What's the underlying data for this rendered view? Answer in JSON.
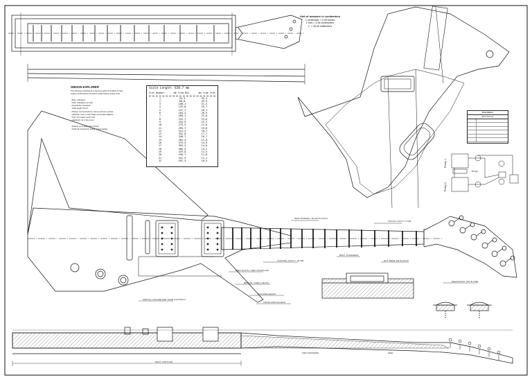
{
  "sheet": {
    "title": "GIBSON EXPLORER"
  },
  "units": {
    "heading": "Unit of measure is centimeters",
    "line1": "1 centimeter = 0.39 inches",
    "line2": "1 inch = 2.54 centimeters",
    "line3": "1\" = 25,40 millimeters"
  },
  "notes": {
    "heading": "GIBSON EXPLORER",
    "lines": [
      "This drawing is intended as a reference guide for builders of body",
      "shapes. All dimensions should be verified before cutting wood.",
      "",
      "· Body: mahogany",
      "· Neck: mahogany, set neck",
      "· Fingerboard: rosewood",
      "· Scale length: 24 3/4\"",
      "· Pickups: two humbuckers, volume and tone controls",
      "· Hardware: tune-o-matic bridge and stopbar tailpiece",
      "· Frets: 22 medium jumbo frets",
      "· Headstock: six in line tuners",
      "",
      "· Drawing not to scale when printed",
      "· Check all components before routing cavities"
    ]
  },
  "scale": {
    "heading": "Scale Length: 628,7 mm",
    "col_fret": "Fret Number",
    "col_nut": "mm from Nut",
    "col_fret2": "mm from Fret",
    "rows": [
      [
        "1",
        "35,3",
        "35,3"
      ],
      [
        "2",
        "68,6",
        "33,3"
      ],
      [
        "3",
        "100,1",
        "31,5"
      ],
      [
        "4",
        "129,8",
        "29,7"
      ],
      [
        "5",
        "157,7",
        "28,1"
      ],
      [
        "6",
        "184,2",
        "26,5"
      ],
      [
        "7",
        "209,1",
        "25,0"
      ],
      [
        "8",
        "232,7",
        "23,6"
      ],
      [
        "9",
        "254,9",
        "22,2"
      ],
      [
        "10",
        "275,9",
        "21,0"
      ],
      [
        "11",
        "295,7",
        "19,8"
      ],
      [
        "12",
        "314,4",
        "18,7"
      ],
      [
        "13",
        "332,0",
        "17,7"
      ],
      [
        "14",
        "348,7",
        "16,7"
      ],
      [
        "15",
        "364,4",
        "15,8"
      ],
      [
        "16",
        "379,3",
        "14,9"
      ],
      [
        "17",
        "393,3",
        "14,0"
      ],
      [
        "18",
        "406,5",
        "13,2"
      ],
      [
        "19",
        "419,0",
        "12,5"
      ],
      [
        "20",
        "430,7",
        "11,8"
      ],
      [
        "21",
        "441,9",
        "11,1"
      ],
      [
        "22",
        "452,3",
        "10,5"
      ]
    ]
  },
  "legend": {
    "heading": "Description",
    "subheading": "Wire Harness",
    "rows": [
      [
        "",
        ""
      ],
      [
        "",
        ""
      ],
      [
        "",
        ""
      ],
      [
        "",
        ""
      ],
      [
        "",
        ""
      ],
      [
        "",
        ""
      ]
    ]
  },
  "wiring": {
    "label_pickup1": "Pickup 1",
    "label_pickup2": "Pickup 2",
    "label_bridge": "Bridge"
  },
  "callouts": [
    "NECK BINDING: WHITE PLASTIC",
    "PICKUP CAVITY: 8 MM",
    "CONTROL CAVITY: 35 MM",
    "BODY THICKNESS",
    "HEADSTOCK: SIX IN LINE",
    "NUT: BONE OR PLASTIC",
    "FRET SLOTS / FRET POSITIONS",
    "BRIDGE: TUNE-O-MATIC",
    "MACHINE HEADS",
    "SWITCH, VOLUME AND TONE CONTROLS",
    "TRUSS ROD ACCESS",
    "FRET MARKERS",
    "HEEL",
    "BODY CONTOUR"
  ]
}
